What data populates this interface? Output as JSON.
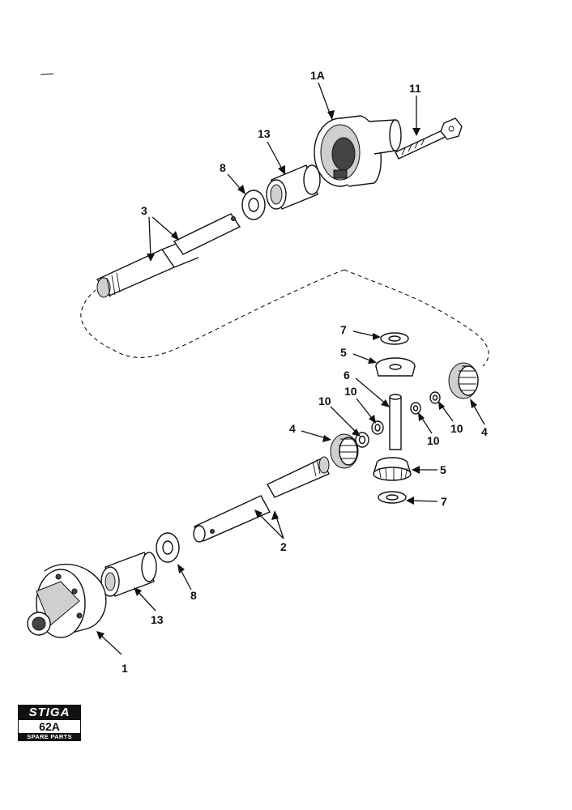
{
  "callouts": {
    "c_1A": "1A",
    "c_11": "11",
    "c_13_top": "13",
    "c_8_top": "8",
    "c_3": "3",
    "c_7_top": "7",
    "c_5_top": "5",
    "c_6": "6",
    "c_10_a": "10",
    "c_10_b": "10",
    "c_10_c": "10",
    "c_10_d": "10",
    "c_4_left": "4",
    "c_4_right": "4",
    "c_5_bottom": "5",
    "c_7_bottom": "7",
    "c_2": "2",
    "c_8_bottom": "8",
    "c_13_bottom": "13",
    "c_1": "1"
  },
  "logo": {
    "brand": "STIGA",
    "model": "62A",
    "caption": "SPARE PARTS"
  }
}
